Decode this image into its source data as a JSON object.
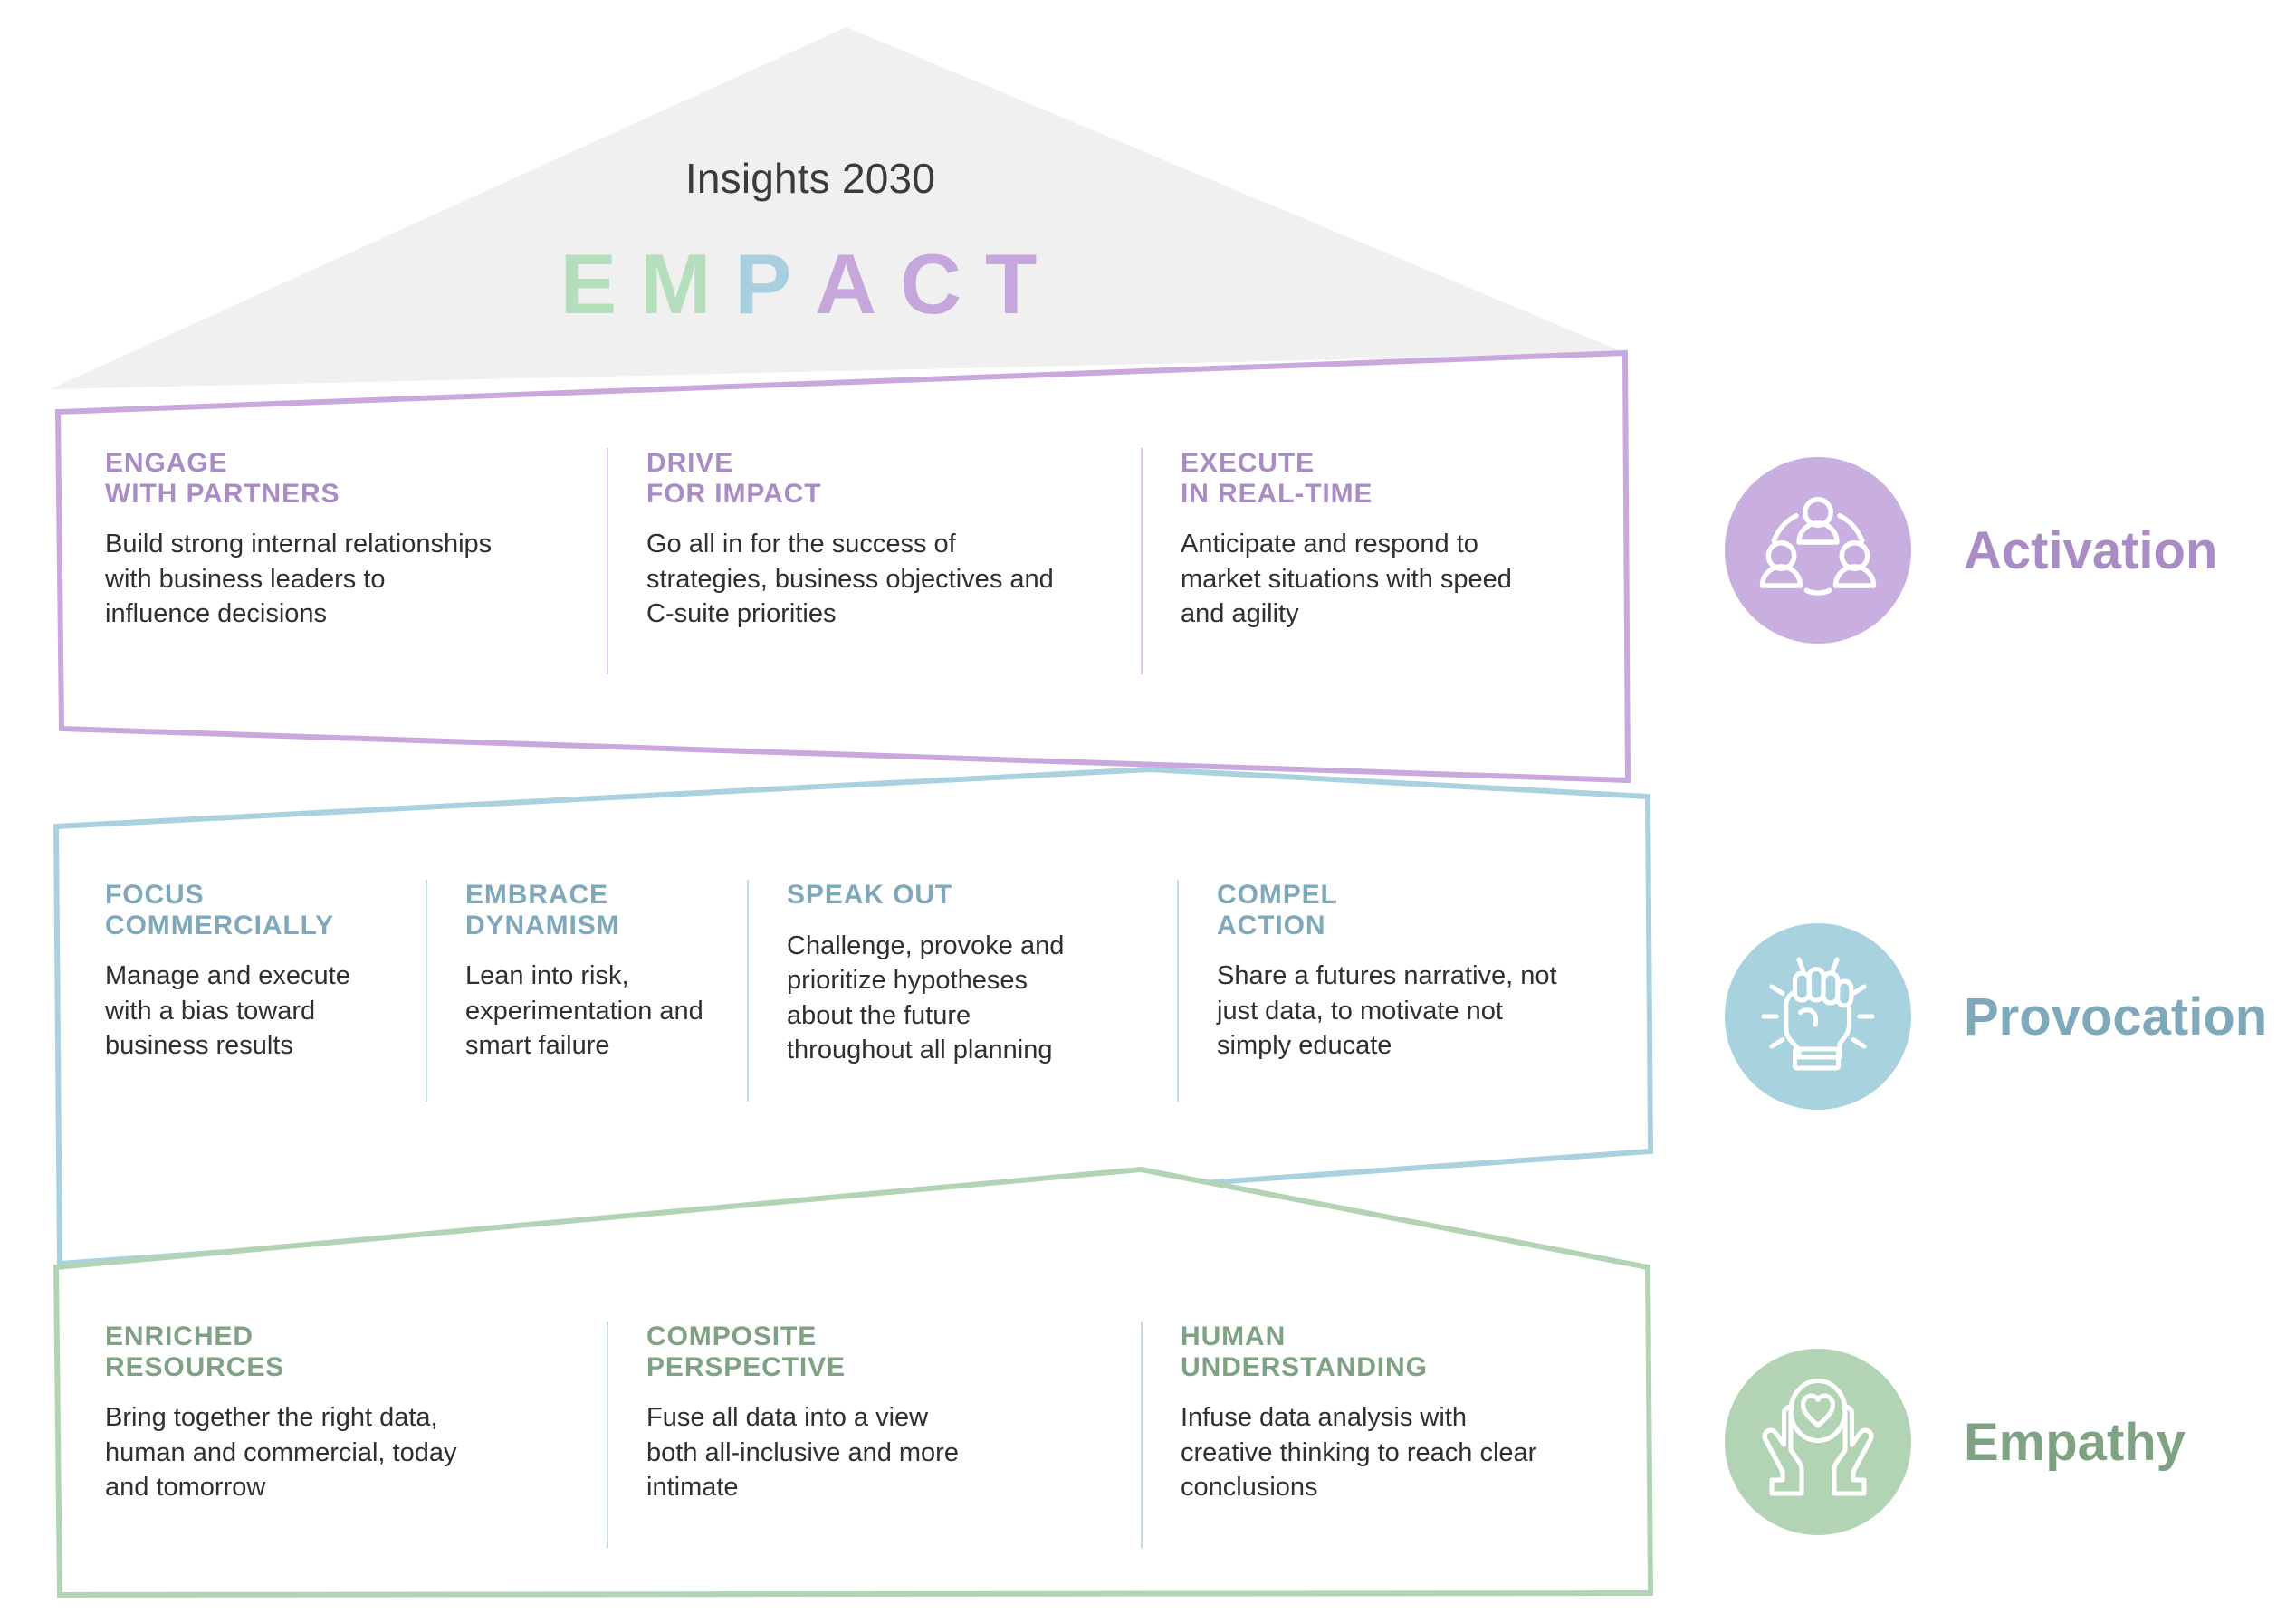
{
  "header": {
    "title": "Insights 2030",
    "acronym_letters": [
      {
        "char": "E",
        "color": "#b5debc"
      },
      {
        "char": "M",
        "color": "#b5debc"
      },
      {
        "char": "P",
        "color": "#a8cfe0"
      },
      {
        "char": "A",
        "color": "#c6a7dd"
      },
      {
        "char": "C",
        "color": "#c6a7dd"
      },
      {
        "char": "T",
        "color": "#c6a7dd"
      }
    ],
    "roof_fill": "#f0f0f0"
  },
  "colors": {
    "activation": "#a98cc4",
    "activation_line": "#c9a8e0",
    "activation_badge": "#c9aee0",
    "provocation": "#7fa9bb",
    "provocation_line": "#a8d2de",
    "provocation_badge": "#a8d2de",
    "empathy": "#7fa184",
    "empathy_line": "#b3d3b5",
    "empathy_badge": "#b3d3b5",
    "body_text": "#2f2f2f"
  },
  "panels": [
    {
      "id": "activation",
      "columns": [
        {
          "kicker": "ENGAGE\nWITH PARTNERS",
          "body": "Build strong internal relationships\nwith business leaders to\ninfluence decisions"
        },
        {
          "kicker": "DRIVE\nFOR IMPACT",
          "body": "Go all in for the success of\nstrategies, business objectives and\nC-suite priorities"
        },
        {
          "kicker": "EXECUTE\nIN REAL-TIME",
          "body": "Anticipate and respond to\nmarket situations with speed\nand agility"
        }
      ]
    },
    {
      "id": "provocation",
      "columns": [
        {
          "kicker": "FOCUS\nCOMMERCIALLY",
          "body": "Manage and execute\nwith a bias toward\nbusiness results"
        },
        {
          "kicker": "EMBRACE\nDYNAMISM",
          "body": "Lean into risk,\nexperimentation and\nsmart failure"
        },
        {
          "kicker": "SPEAK OUT",
          "body": "Challenge, provoke and\nprioritize hypotheses\nabout the future\nthroughout all planning"
        },
        {
          "kicker": "COMPEL\nACTION",
          "body": "Share a futures narrative, not\njust data, to motivate not\nsimply educate"
        }
      ]
    },
    {
      "id": "empathy",
      "columns": [
        {
          "kicker": "ENRICHED\nRESOURCES",
          "body": "Bring together the right data,\nhuman and commercial, today\nand tomorrow"
        },
        {
          "kicker": "COMPOSITE\nPERSPECTIVE",
          "body": "Fuse all data into a view\nboth all-inclusive and more\nintimate"
        },
        {
          "kicker": "HUMAN\nUNDERSTANDING",
          "body": "Infuse data analysis with\ncreative thinking to reach clear\nconclusions"
        }
      ]
    }
  ],
  "legend": [
    {
      "label": "Activation",
      "icon": "people-network-icon",
      "badge": "#c9aee0",
      "text": "#a98cc4"
    },
    {
      "label": "Provocation",
      "icon": "raised-fist-icon",
      "badge": "#a8d2de",
      "text": "#7fa9bb"
    },
    {
      "label": "Empathy",
      "icon": "hands-heart-icon",
      "badge": "#b3d3b5",
      "text": "#7fa184"
    }
  ]
}
